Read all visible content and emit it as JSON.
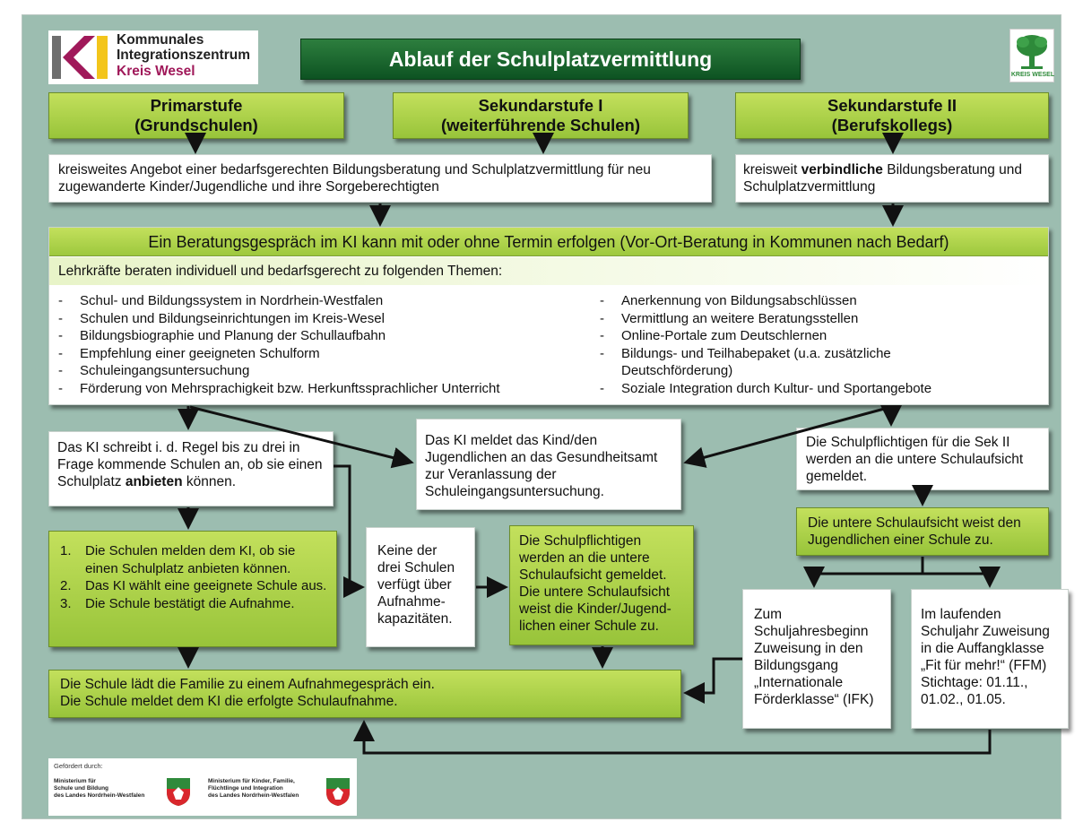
{
  "logo_left": {
    "line1": "Kommunales",
    "line2": "Integrationszentrum",
    "line3": "Kreis Wesel"
  },
  "title": "Ablauf der Schulplatzvermittlung",
  "logo_right_text": "KREIS WESEL",
  "headers": {
    "primar": {
      "line1": "Primarstufe",
      "line2": "(Grundschulen)"
    },
    "sek1": {
      "line1": "Sekundarstufe I",
      "line2": "(weiterführende Schulen)"
    },
    "sek2": {
      "line1": "Sekundarstufe II",
      "line2": "(Berufskollegs)"
    }
  },
  "offer_left": "kreisweites Angebot einer bedarfsgerechten Bildungsberatung und Schulplatzvermittlung für neu zugewanderte Kinder/Jugendliche und ihre Sorgeberechtigten",
  "offer_right": {
    "pre": "kreisweit ",
    "bold": "verbindliche",
    "post": " Bildungsberatung und Schulplatzvermittlung"
  },
  "beratung": {
    "header": "Ein Beratungsgespräch im KI kann mit oder ohne Termin erfolgen (Vor-Ort-Beratung in Kommunen nach Bedarf)",
    "subheader": "Lehrkräfte beraten individuell und bedarfsgerecht zu folgenden Themen:",
    "left_items": [
      "Schul- und Bildungssystem in Nordrhein-Westfalen",
      "Schulen und Bildungseinrichtungen im Kreis-Wesel",
      "Bildungsbiographie und Planung der Schullaufbahn",
      "Empfehlung einer geeigneten Schulform",
      "Schuleingangsuntersuchung",
      "Förderung von Mehrsprachigkeit bzw. Herkunftssprachlicher Unterricht"
    ],
    "right_items": [
      "Anerkennung von Bildungsabschlüssen",
      "Vermittlung an weitere Beratungsstellen",
      "Online-Portale zum Deutschlernen",
      "Bildungs- und Teilhabepaket (u.a. zusätzliche Deutschförderung)",
      "Soziale Integration durch Kultur- und Sportangebote"
    ]
  },
  "ki_schreibt": {
    "pre": "Das KI schreibt i. d. Regel bis zu drei in Frage kommende Schulen an, ob sie einen Schulplatz ",
    "bold": "anbieten",
    "post": " können."
  },
  "gesundheitsamt": "Das KI meldet das Kind/den Jugendlichen an das Gesundheitsamt zur Veranlassung der Schuleingangsuntersuchung.",
  "sek2_meldung": "Die Schulpflichtigen für die Sek II werden an die untere Schulaufsicht gemeldet.",
  "schulaufsicht_weist": "Die untere Schulaufsicht weist den Jugendlichen einer Schule zu.",
  "steps": [
    {
      "num": "1.",
      "text": "Die Schulen melden dem KI, ob sie einen Schulplatz anbieten können."
    },
    {
      "num": "2.",
      "text": "Das KI wählt eine geeignete Schule aus."
    },
    {
      "num": "3.",
      "text": "Die Schule bestätigt die Aufnahme."
    }
  ],
  "keine_schule": "Keine der drei Schulen verfügt über Aufnahme-kapazitäten.",
  "schulpflichtige_gemeldet": "Die Schulpflichtigen werden an die untere Schulaufsicht gemeldet. Die untere Schulaufsicht weist die Kinder/Jugend-lichen einer Schule zu.",
  "ifk": "Zum Schuljahresbeginn Zuweisung in den Bildungsgang „Internationale Förderklasse“ (IFK)",
  "ffm": "Im laufenden Schuljahr Zuweisung in die Auffangklasse „Fit für mehr!“ (FFM) Stichtage: 01.11., 01.02., 01.05.",
  "aufnahme": {
    "line1": "Die Schule lädt die Familie zu einem Aufnahmegespräch ein.",
    "line2": "Die Schule meldet dem KI die erfolgte Schulaufnahme."
  },
  "footer": {
    "gefoerdert": "Gefördert durch:",
    "ministry1": {
      "line1": "Ministerium für",
      "line2": "Schule und Bildung",
      "line3": "des Landes Nordrhein-Westfalen"
    },
    "ministry2": {
      "line1": "Ministerium für Kinder, Familie,",
      "line2": "Flüchtlinge und Integration",
      "line3": "des Landes Nordrhein-Westfalen"
    }
  },
  "colors": {
    "background": "#9cbdb0",
    "green_box": "#b3d64f",
    "title_green": "#1b6a30",
    "logo_magenta": "#a0195a",
    "logo_yellow": "#f3c51b"
  }
}
